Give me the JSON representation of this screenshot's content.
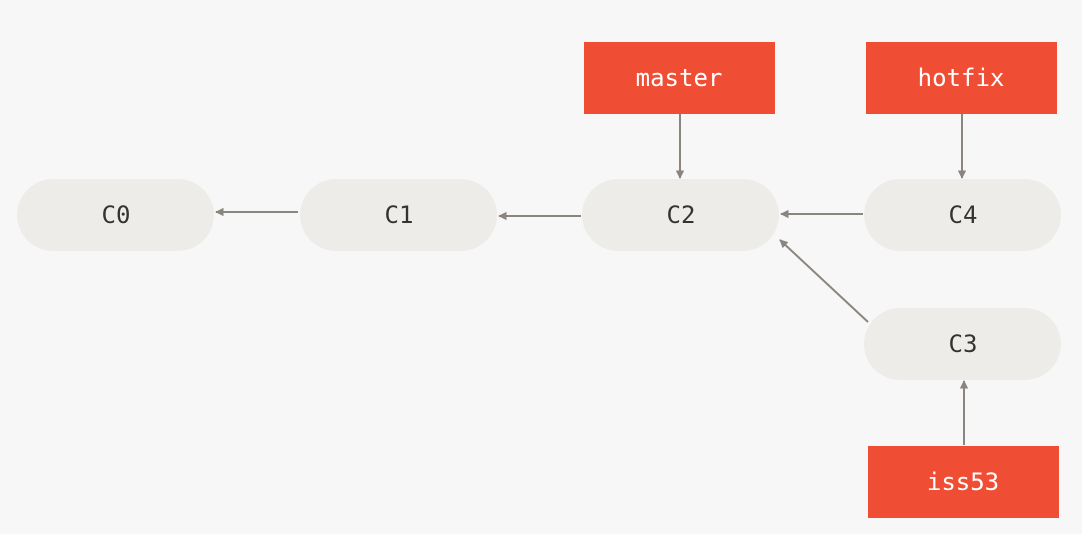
{
  "colors": {
    "background": "#f7f7f7",
    "commit_fill": "#edece8",
    "commit_text": "#333333",
    "branch_fill": "#f04d35",
    "branch_text": "#ffffff",
    "arrow": "#8a857f"
  },
  "commits": {
    "c0": "C0",
    "c1": "C1",
    "c2": "C2",
    "c3": "C3",
    "c4": "C4"
  },
  "branches": {
    "master": "master",
    "hotfix": "hotfix",
    "iss53": "iss53"
  },
  "parent_links": [
    [
      "C1",
      "C0"
    ],
    [
      "C2",
      "C1"
    ],
    [
      "C4",
      "C2"
    ],
    [
      "C3",
      "C2"
    ]
  ],
  "branch_refs": [
    [
      "master",
      "C2"
    ],
    [
      "hotfix",
      "C4"
    ],
    [
      "iss53",
      "C3"
    ]
  ]
}
